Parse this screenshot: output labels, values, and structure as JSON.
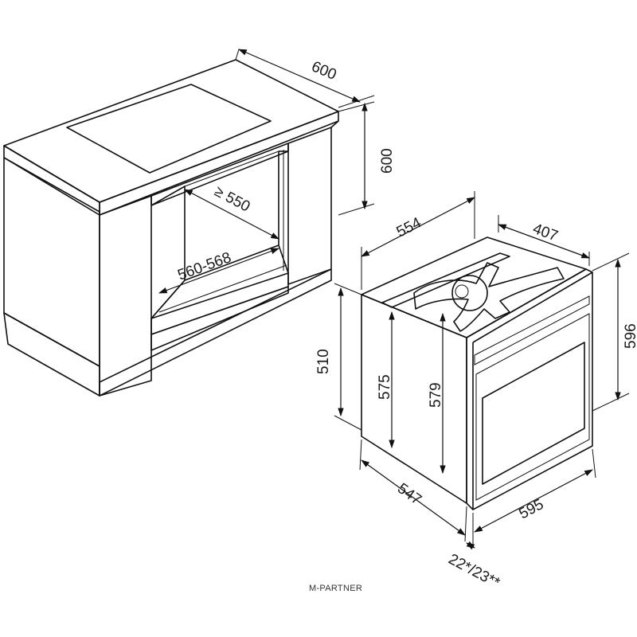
{
  "colors": {
    "cabinet_side": "#8c8c8c",
    "cabinet_top": "#b5b5b5",
    "cabinet_front": "#9e9e9e",
    "cooktop": "#cfcfcf",
    "oven_body": "#ffffff",
    "oven_window": "#d6d6d6",
    "line": "#111111"
  },
  "dimensions": {
    "cabinet_depth": "600",
    "niche_height": "600",
    "niche_depth": "≥ 550",
    "niche_width": "560-568",
    "oven_body_depth": "554",
    "oven_top_width": "407",
    "oven_front_height": "596",
    "oven_side_height": "510",
    "oven_height_575": "575",
    "oven_height_579": "579",
    "oven_depth_bottom": "547",
    "oven_front_width": "595",
    "front_panel_depth": "22*/23**"
  },
  "credit": "M-PARTNER"
}
